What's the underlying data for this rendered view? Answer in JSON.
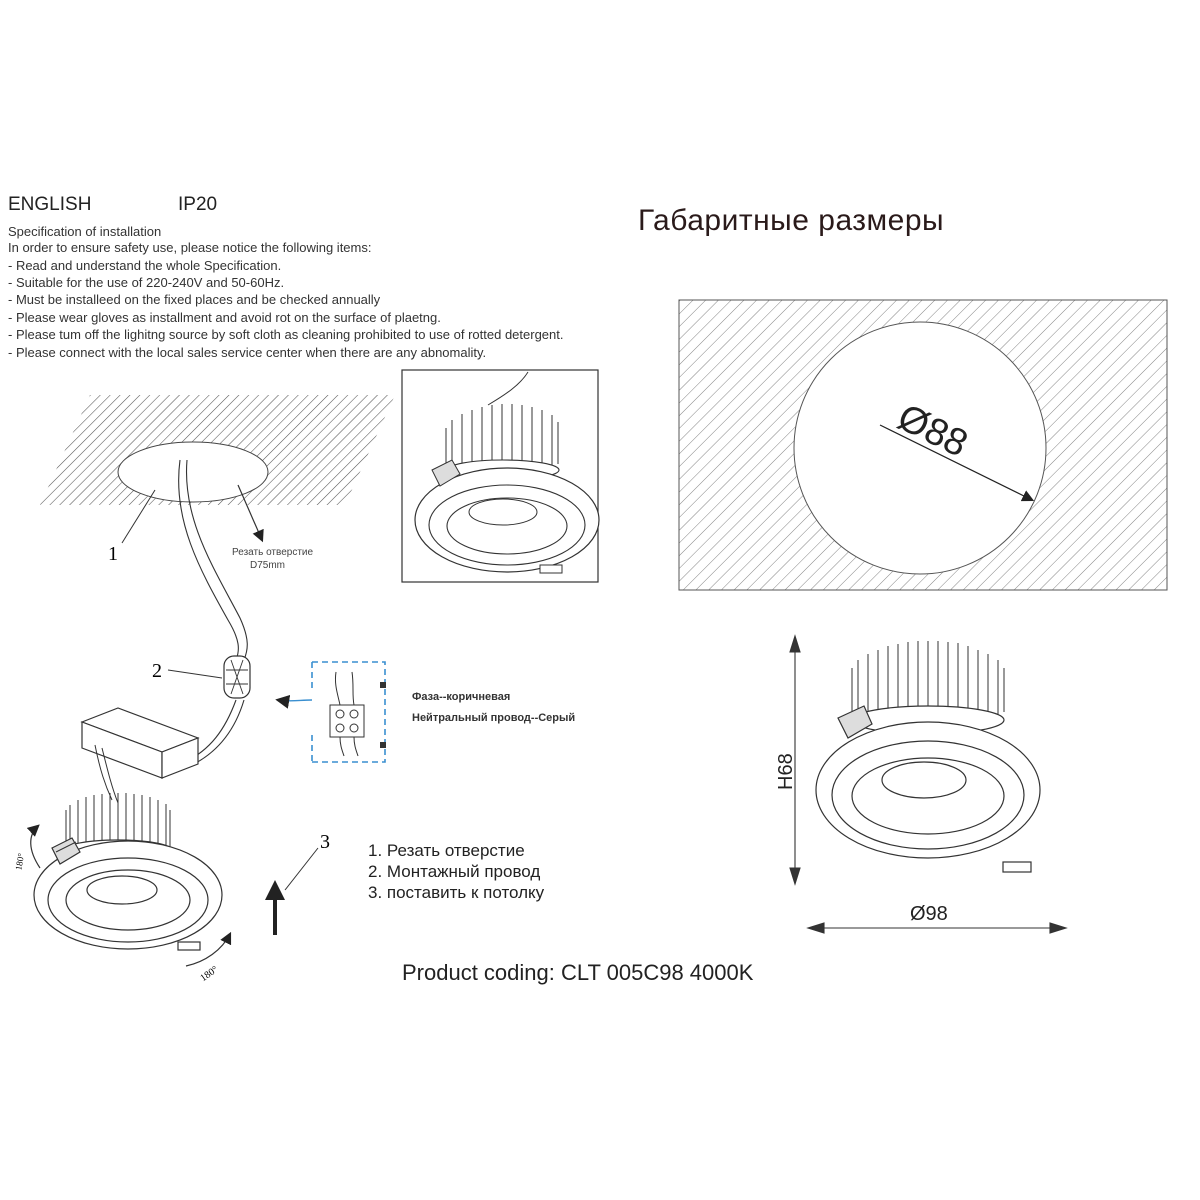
{
  "header": {
    "language": "ENGLISH",
    "protection": "IP20"
  },
  "spec": {
    "title": "Specification of installation",
    "intro": "In order to ensure safety use, please notice the following items:",
    "items": [
      "- Read and understand the whole Specification.",
      "- Suitable for the use of 220-240V and 50-60Hz.",
      "- Must be installeed on the fixed places and be checked annually",
      "- Please wear gloves as installment and avoid rot on the surface of plaetng.",
      "- Please tum off the lighitng source by soft cloth as cleaning prohibited to use of rotted detergent.",
      "- Please connect with the local sales service center when there are any abnomality."
    ]
  },
  "dimensions": {
    "title": "Габаритные размеры",
    "cutout_diameter": "Ø88",
    "height": "H68",
    "outer_diameter": "Ø98"
  },
  "install": {
    "cut_hole_label": "Резать отверстие",
    "cut_hole_size": "D75mm",
    "callout_1": "1",
    "callout_2": "2",
    "callout_3": "3",
    "phase_label": "Фаза--коричневая",
    "neutral_label": "Нейтральный провод--Серый",
    "rotate_label": "180°",
    "steps": [
      "1.  Резать отверстие",
      "2.  Монтажный провод",
      "3.  поставить к потолку"
    ]
  },
  "footer": {
    "product_coding": "Product coding: CLT 005C98 4000K"
  }
}
